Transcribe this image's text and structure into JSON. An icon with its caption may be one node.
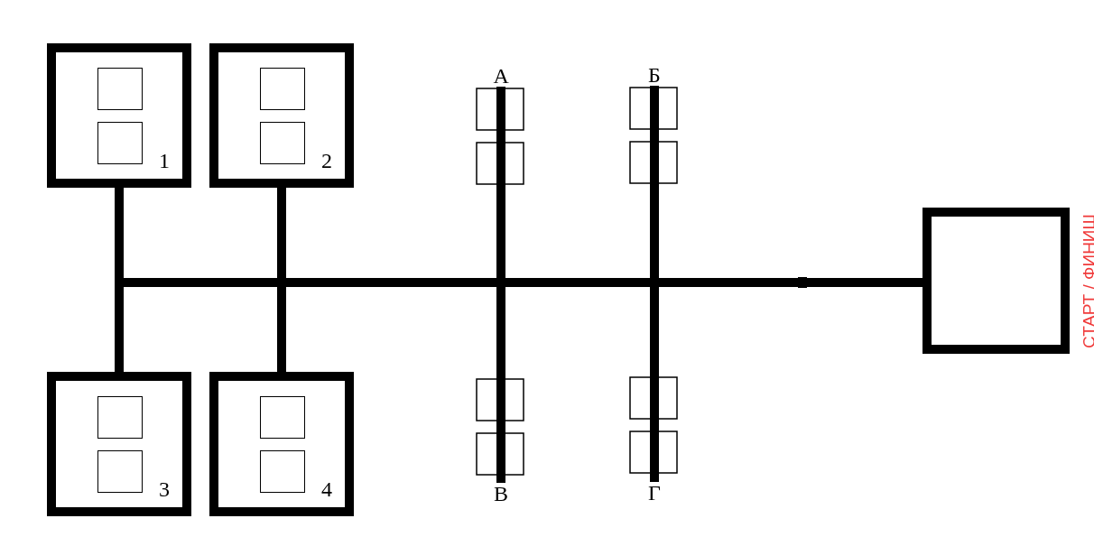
{
  "diagram": {
    "nodes": [
      {
        "text": [
          "1"
        ]
      },
      {
        "text": [
          "2"
        ]
      },
      {
        "text": [
          "А"
        ]
      },
      {
        "text": [
          "Б"
        ]
      },
      {
        "text": [],
        "shape": "box",
        "beside": [
          "СТАРТ / ФИНИШ"
        ]
      },
      {
        "text": [
          "3"
        ]
      },
      {
        "text": [
          "4"
        ]
      },
      {
        "text": [
          "В"
        ]
      },
      {
        "text": [
          "Г"
        ]
      }
    ],
    "edges": [
      {
        "from": 0,
        "to": 5,
        "arrow": "none"
      },
      {
        "from": 1,
        "to": 6,
        "arrow": "none"
      },
      {
        "from": 2,
        "to": 7,
        "arrow": "none"
      },
      {
        "from": 3,
        "to": 8,
        "arrow": "none"
      },
      {
        "from": null,
        "to": 4,
        "arrow": "none"
      }
    ]
  }
}
